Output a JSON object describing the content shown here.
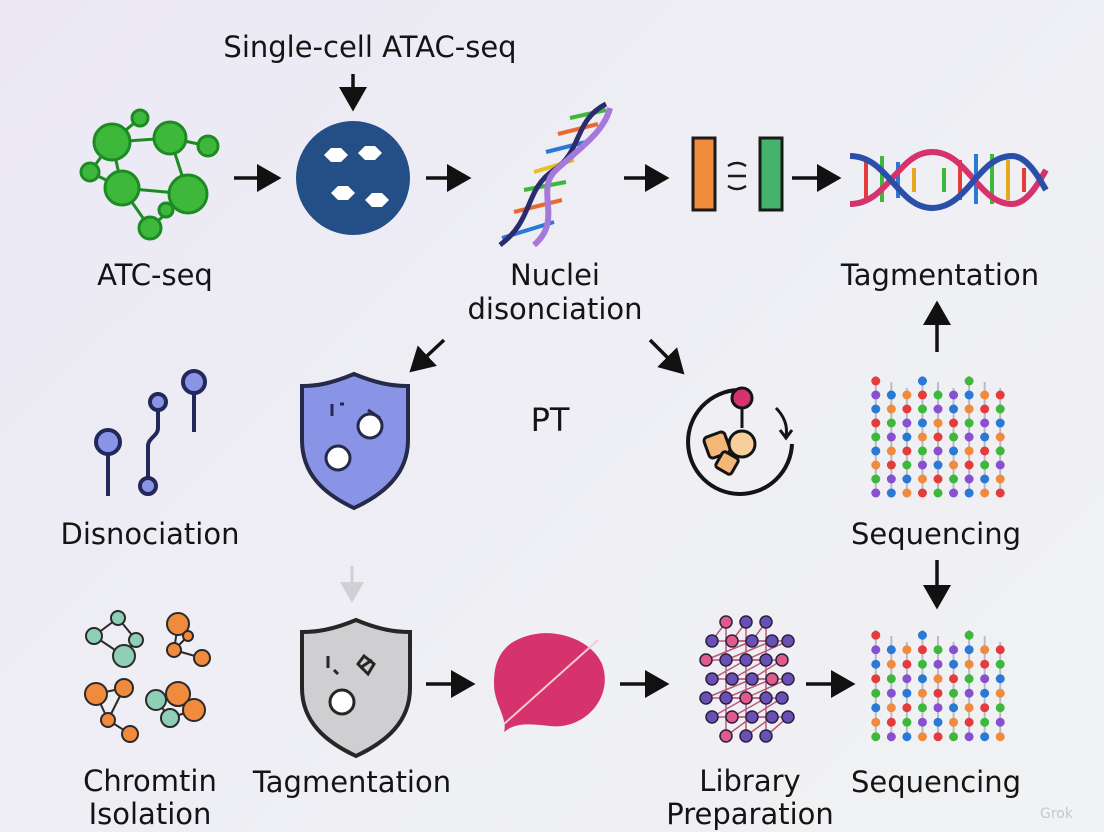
{
  "labels": {
    "title": "Single-cell ATAC-seq",
    "atc_seq": "ATC-seq",
    "nuclei_line1": "Nuclei",
    "nuclei_line2": "disonciation",
    "tagmentation_top": "Tagmentation",
    "pt": "PT",
    "disnociation": "Disnociation",
    "sequencing_mid": "Sequencing",
    "chromtin_line1": "Chromtin",
    "chromtin_line2": "Isolation",
    "tagmentation_bottom": "Tagmentation",
    "library_line1": "Library",
    "library_line2": "Preparation",
    "sequencing_bottom": "Sequencing"
  },
  "watermark": "Grok",
  "colors": {
    "green": "#3db83a",
    "navy": "#234f86",
    "lavender": "#8a94e6",
    "pink": "#d6336c",
    "orange": "#f08a3c",
    "teal": "#8fcfb7",
    "purple": "#6a4fb5"
  }
}
